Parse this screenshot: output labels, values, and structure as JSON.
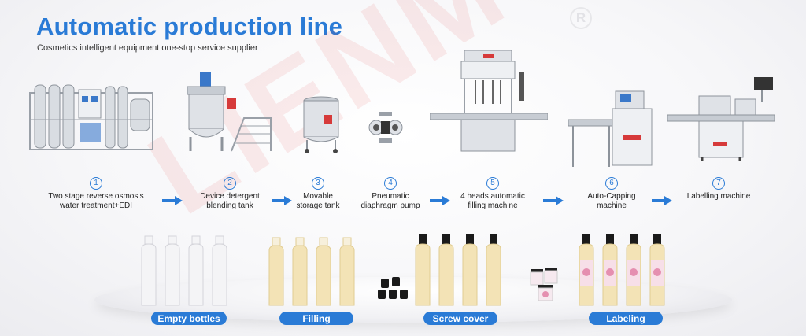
{
  "header": {
    "title": "Automatic production line",
    "subtitle": "Cosmetics intelligent equipment one-stop service supplier",
    "registered_mark": "R"
  },
  "watermark": {
    "text": "LIENM"
  },
  "steps": [
    {
      "num": "1",
      "label": "Two stage reverse osmosis\nwater treatment+EDI",
      "icon": "water-treatment-machine-icon"
    },
    {
      "num": "2",
      "label": "Device detergent\nblending tank",
      "icon": "blending-tank-icon"
    },
    {
      "num": "3",
      "label": "Movable\nstorage tank",
      "icon": "storage-tank-icon"
    },
    {
      "num": "4",
      "label": "Pneumatic\ndiaphragm pump",
      "icon": "diaphragm-pump-icon"
    },
    {
      "num": "5",
      "label": "4 heads automatic\nfilling machine",
      "icon": "filling-machine-icon"
    },
    {
      "num": "6",
      "label": "Auto-Capping\nmachine",
      "icon": "capping-machine-icon"
    },
    {
      "num": "7",
      "label": "Labelling machine",
      "icon": "labelling-machine-icon"
    }
  ],
  "stages": [
    {
      "label": "Empty bottles"
    },
    {
      "label": "Filling"
    },
    {
      "label": "Screw cover"
    },
    {
      "label": "Labeling"
    }
  ],
  "colors": {
    "accent": "#2a7bd6",
    "watermark": "#e12d2d",
    "liquid": "#f3e3b6",
    "cap": "#1a1a1a"
  }
}
